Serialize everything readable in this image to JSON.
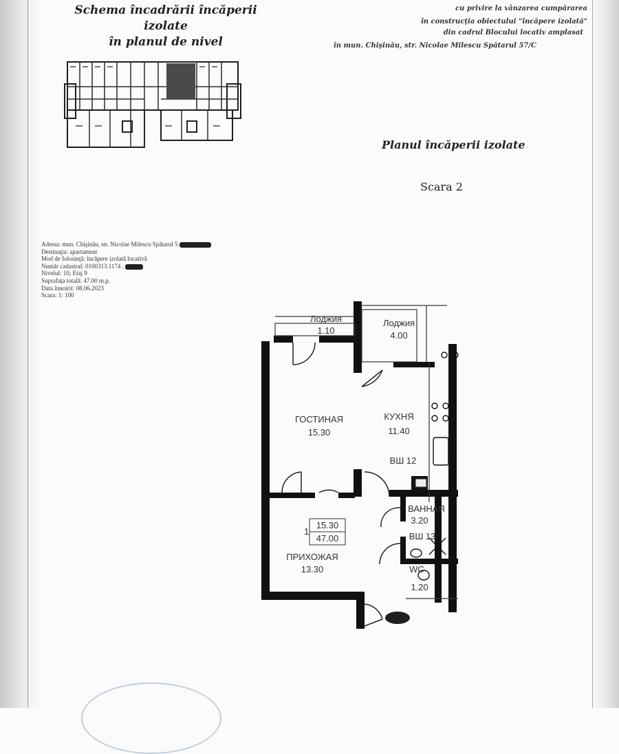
{
  "header": {
    "schema_title_line1": "Schema încadrării încăperii izolate",
    "schema_title_line2": "în planul de nivel",
    "right_line1": "cu privire la vânzarea cumpărarea",
    "right_line2": "în construcţia obiectului \"încăpere izolată\"",
    "right_line3": "din cadrul Blocului locativ amplasat",
    "right_line4": "în mun. Chişinău, str. Nicolae Milescu Spătarul 57/C"
  },
  "plan_title": "Planul încăperii izolate",
  "stair_label": "Scara 2",
  "info": {
    "address": "Adresa: mun. Chişinău, str. Nicolae Milescu Spătarul 5",
    "destination": "Destinaţia: apartament",
    "usage": "Mod de folosinţă: încăpere izolată locativă",
    "cadastral": "Număr cadastral: 0100313.1174 .",
    "level": "Nivelul: 10; Etaj 9",
    "total_area": "Suprafaţa totală: 47.00 m.p.",
    "record_date": "Data înnoirii: 08.06.2023",
    "scale": "Scara: 1: 100"
  },
  "rooms": {
    "loggia1_name": "Лоджия",
    "loggia1_area": "1.10",
    "loggia2_name": "Лоджия",
    "loggia2_area": "4.00",
    "living_name": "ГОСТИНАЯ",
    "living_area": "15.30",
    "kitchen_name": "КУХНЯ",
    "kitchen_area": "11.40",
    "shaft1": "ВШ 12",
    "bath_name": "ВАННАЯ",
    "bath_area": "3.20",
    "shaft2": "ВШ 13",
    "hall_name": "ПРИХОЖАЯ",
    "hall_area": "13.30",
    "wc_name": "WC",
    "wc_area": "1.20",
    "table_index": "1",
    "table_top": "15.30",
    "table_bottom": "47.00"
  }
}
